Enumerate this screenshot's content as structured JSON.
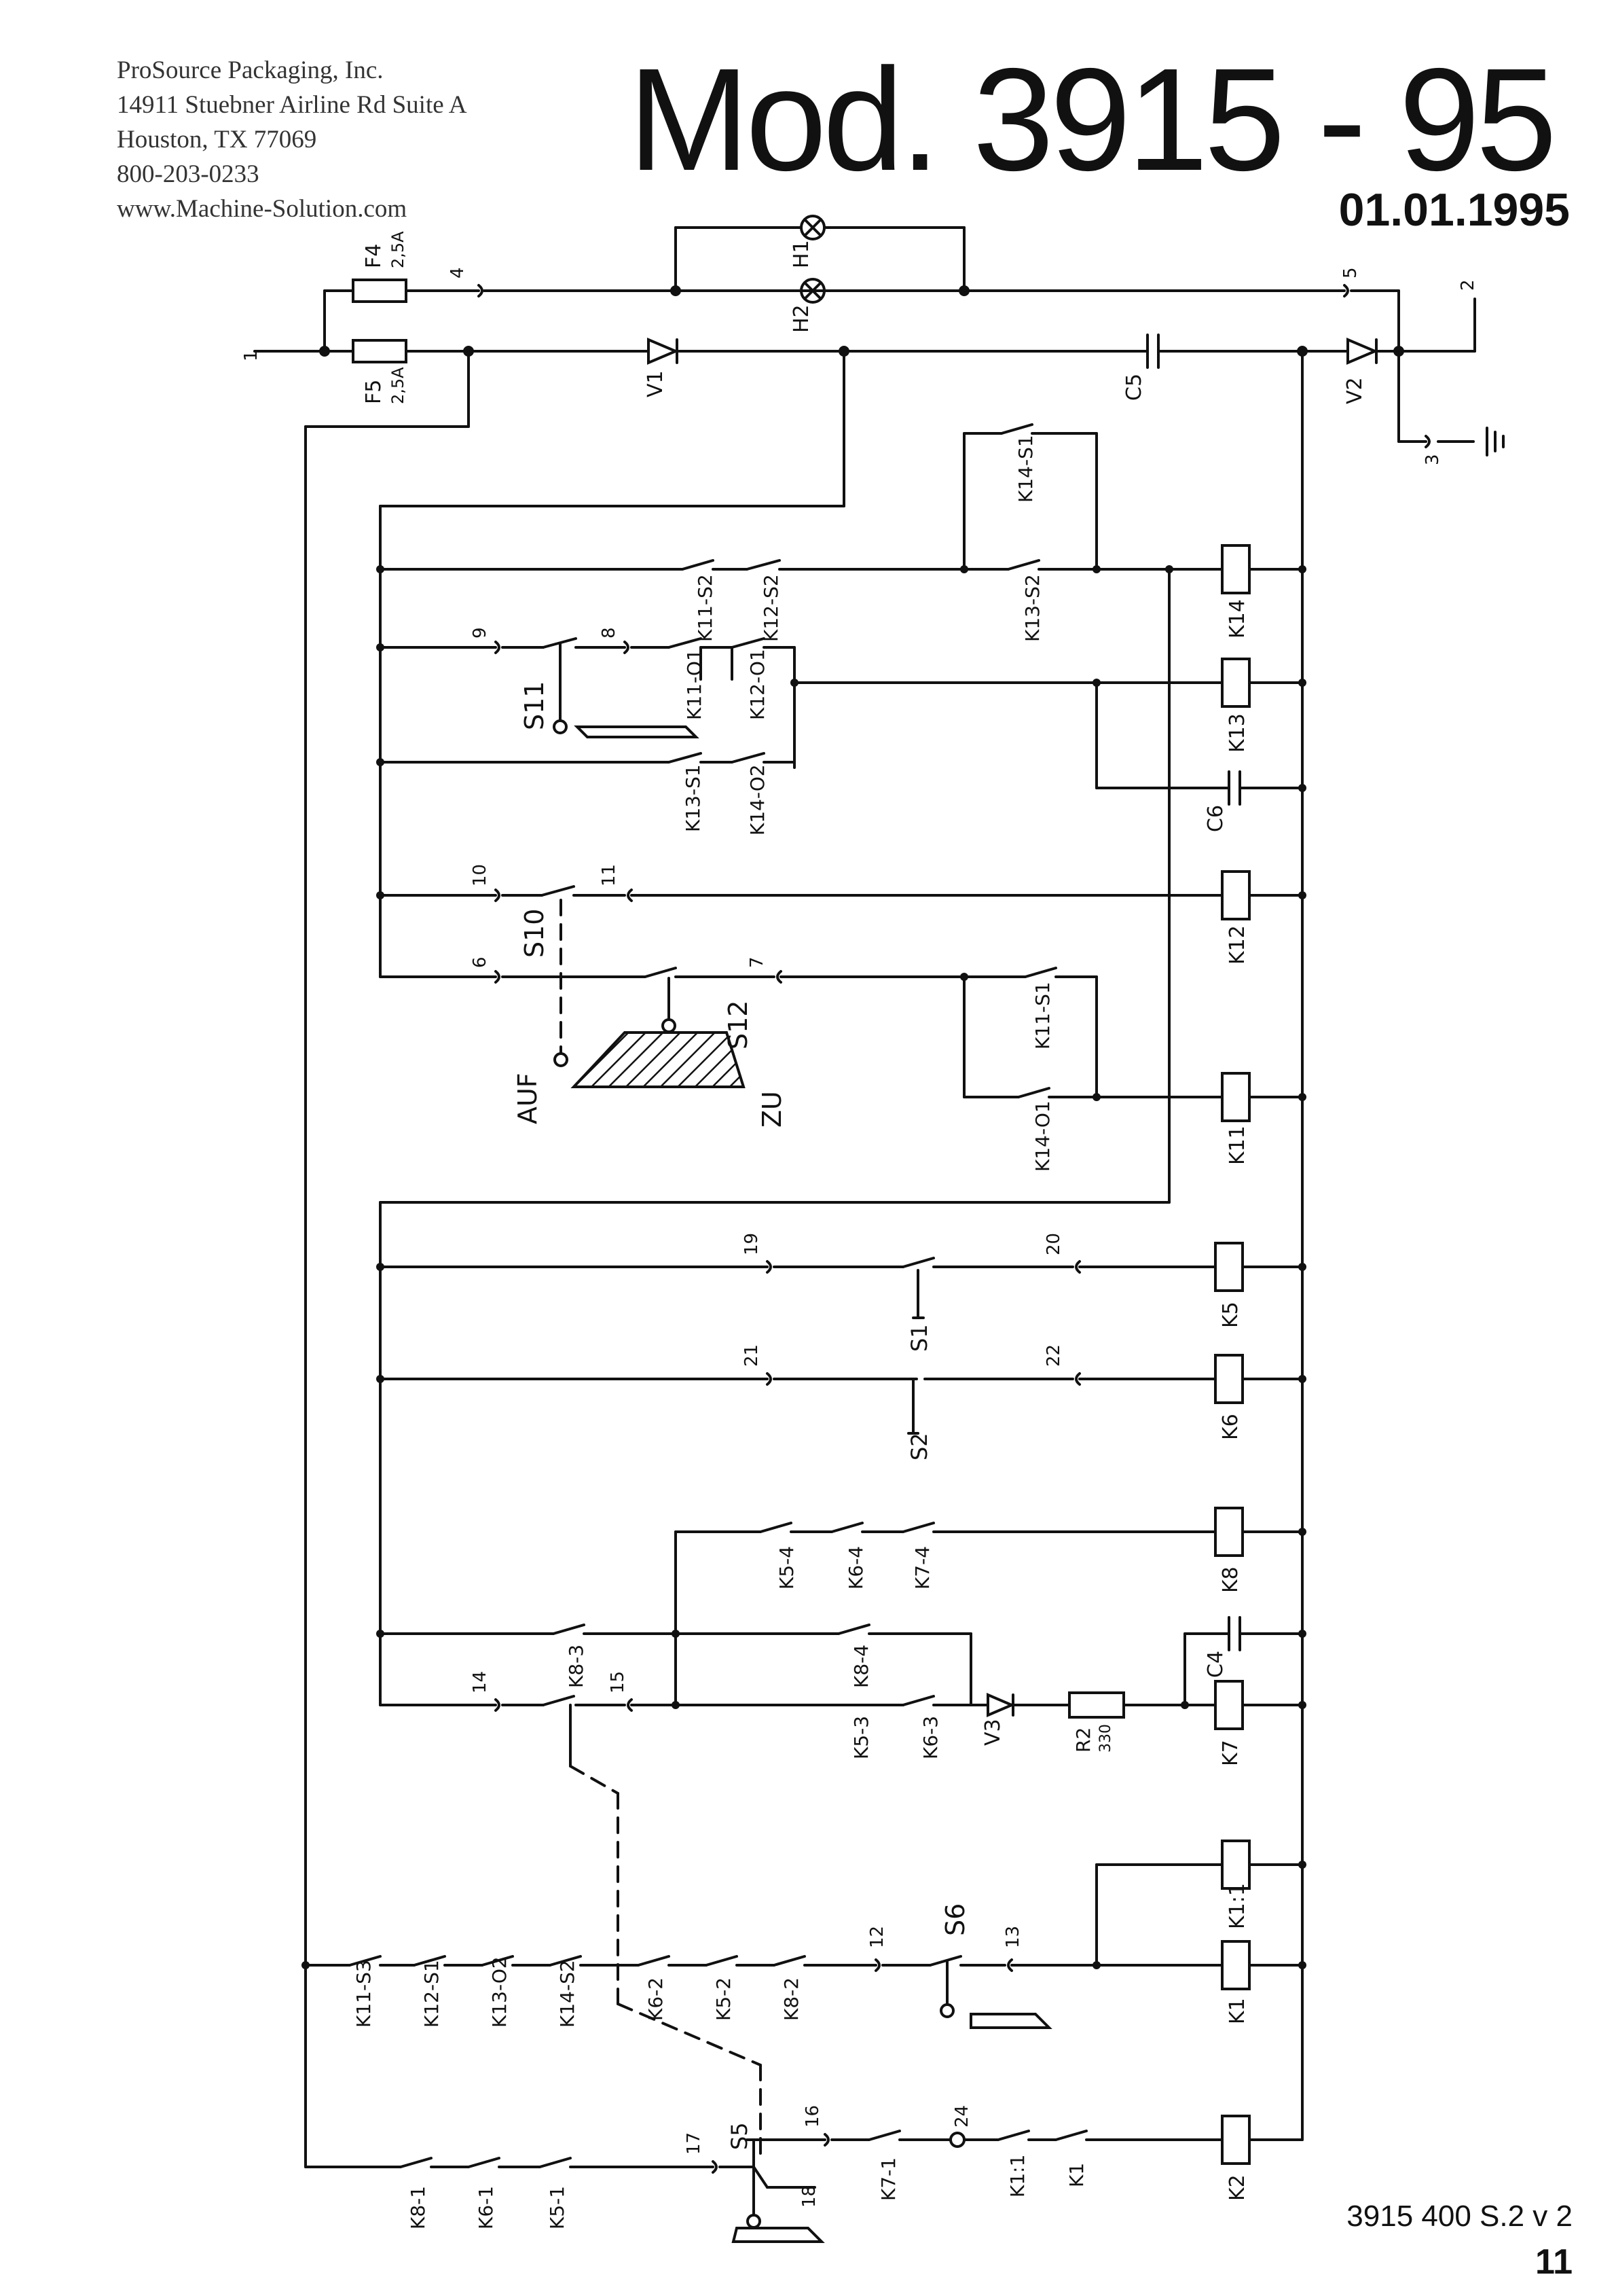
{
  "header": {
    "company_lines": [
      "ProSource Packaging, Inc.",
      "14911 Stuebner Airline Rd Suite A",
      "Houston, TX 77069",
      "800-203-0233",
      "www.Machine-Solution.com"
    ],
    "model_title": "Mod. 3915 - 95",
    "date": "01.01.1995"
  },
  "footer": {
    "doc_ref": "3915 400 S.2 v 2",
    "page_number": "11"
  },
  "labels": {
    "terminals": [
      "1",
      "2",
      "3",
      "4",
      "5",
      "6",
      "7",
      "8",
      "9",
      "10",
      "11",
      "12",
      "13",
      "14",
      "15",
      "16",
      "17",
      "18",
      "19",
      "20",
      "21",
      "22",
      "24"
    ],
    "fuses": {
      "f4": "F4",
      "f4_rating": "2,5A",
      "f5": "F5",
      "f5_rating": "2,5A"
    },
    "lamps": {
      "h1": "H1",
      "h2": "H2"
    },
    "diodes": {
      "v1": "V1",
      "v2": "V2",
      "v3": "V3"
    },
    "capacitors": {
      "c4": "C4",
      "c5": "C5",
      "c6": "C6"
    },
    "resistor": {
      "r2": "R2",
      "r2_value": "330"
    },
    "switches": {
      "s1": "S1",
      "s2": "S2",
      "s5": "S5",
      "s6": "S6",
      "s10": "S10",
      "s11": "S11",
      "s12": "S12",
      "auf": "AUF",
      "zu": "ZU"
    },
    "coils": {
      "k14": "K14",
      "k13": "K13",
      "k12": "K12",
      "k11": "K11",
      "k5": "K5",
      "k6": "K6",
      "k8": "K8",
      "k7": "K7",
      "k1_1": "K1:1",
      "k1": "K1",
      "k2": "K2"
    },
    "contacts": {
      "k14_s1": "K14-S1",
      "k11_s2": "K11-S2",
      "k12_s2": "K12-S2",
      "k13_s2": "K13-S2",
      "k11_o1": "K11-O1",
      "k12_o1": "K12-O1",
      "k13_s1": "K13-S1",
      "k14_o2": "K14-O2",
      "k11_s1": "K11-S1",
      "k14_o1": "K14-O1",
      "k5_4": "K5-4",
      "k6_4": "K6-4",
      "k7_4": "K7-4",
      "k8_3": "K8-3",
      "k8_4": "K8-4",
      "k5_3": "K5-3",
      "k6_3": "K6-3",
      "k11_s3": "K11-S3",
      "k12_s1": "K12-S1",
      "k13_o2": "K13-O2",
      "k14_s2": "K14-S2",
      "k6_2": "K6-2",
      "k5_2": "K5-2",
      "k8_2": "K8-2",
      "k8_1": "K8-1",
      "k6_1": "K6-1",
      "k5_1": "K5-1",
      "k7_1": "K7-1",
      "k1_1c": "K1:1",
      "k1c": "K1"
    }
  }
}
